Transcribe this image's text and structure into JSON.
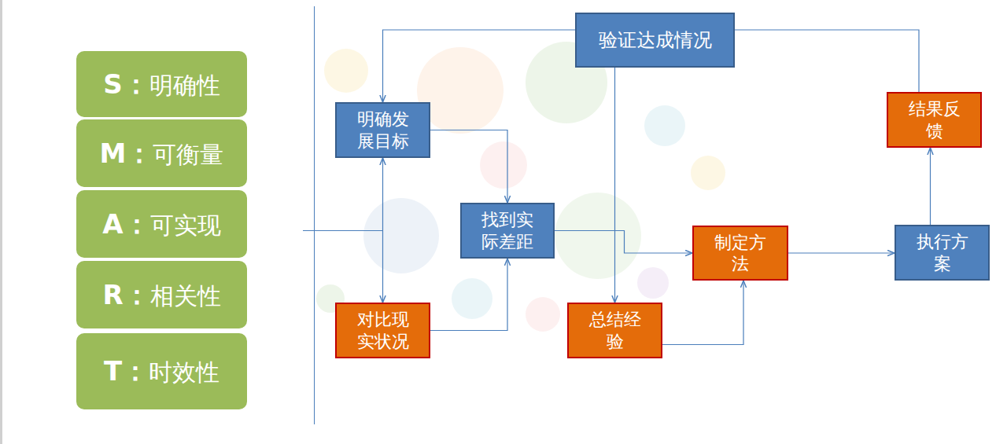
{
  "diagram": {
    "nodes": [
      {
        "text": [
          "S：明确性"
        ]
      },
      {
        "text": [
          "M：可衡量"
        ]
      },
      {
        "text": [
          "A：可实现"
        ]
      },
      {
        "text": [
          "R：相关性"
        ]
      },
      {
        "text": [
          "T：时效性"
        ]
      },
      {
        "text": [
          "验证达成情况"
        ]
      },
      {
        "text": [
          "明确发展目标"
        ]
      },
      {
        "text": [
          "结果反馈"
        ]
      },
      {
        "text": [
          "找到实际差距"
        ]
      },
      {
        "text": [
          "制定方法"
        ]
      },
      {
        "text": [
          "执行方案"
        ]
      },
      {
        "text": [
          "对比现实状况"
        ]
      },
      {
        "text": [
          "总结经验"
        ]
      }
    ],
    "edges": [
      {
        "from": 5,
        "to": 6,
        "arrow": "to"
      },
      {
        "from": 6,
        "to": 11,
        "arrow": "both"
      },
      {
        "from": 6,
        "to": 8,
        "arrow": "to"
      },
      {
        "from": 11,
        "to": 8,
        "arrow": "to"
      },
      {
        "from": 8,
        "to": 9,
        "arrow": "to"
      },
      {
        "from": 5,
        "to": 12,
        "arrow": "to"
      },
      {
        "from": 12,
        "to": 9,
        "arrow": "to"
      },
      {
        "from": 9,
        "to": 10,
        "arrow": "to"
      },
      {
        "from": 10,
        "to": 7,
        "arrow": "to"
      },
      {
        "from": 7,
        "to": 5,
        "arrow": "none"
      }
    ]
  }
}
